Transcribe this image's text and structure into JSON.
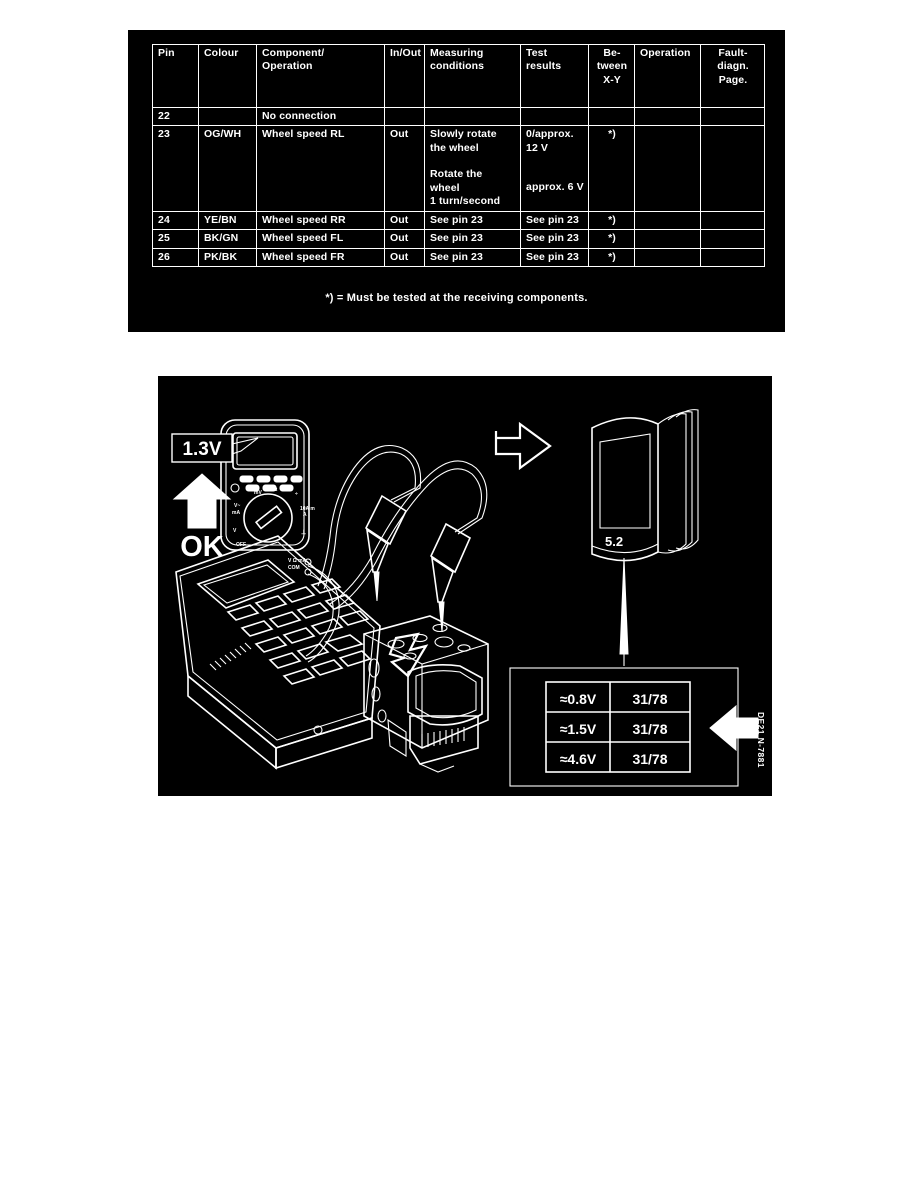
{
  "table": {
    "headers": [
      {
        "id": "pin",
        "lines": [
          "Pin"
        ]
      },
      {
        "id": "colour",
        "lines": [
          "Colour"
        ]
      },
      {
        "id": "component",
        "lines": [
          "Component/",
          "Operation"
        ]
      },
      {
        "id": "inout",
        "lines": [
          "In/Out"
        ]
      },
      {
        "id": "measuring",
        "lines": [
          "Measuring",
          "conditions"
        ]
      },
      {
        "id": "results",
        "lines": [
          "Test",
          "results"
        ]
      },
      {
        "id": "between",
        "lines": [
          "Be-",
          "tween",
          "X-Y"
        ]
      },
      {
        "id": "operation",
        "lines": [
          "Operation"
        ]
      },
      {
        "id": "fault",
        "lines": [
          "Fault-",
          "diagn.",
          "Page."
        ]
      }
    ],
    "rows": [
      {
        "pin": "22",
        "colour": "",
        "component": "No connection",
        "inout": "",
        "measuring": "",
        "results": "",
        "between": "",
        "operation": "",
        "fault": ""
      },
      {
        "pin": "23",
        "colour": "OG/WH",
        "component": "Wheel speed RL",
        "inout": "Out",
        "measuring": "Slowly rotate\nthe wheel\n\nRotate the\nwheel\n1 turn/second",
        "results": "0/approx.\n12 V\n\n\napprox. 6 V",
        "between": "*)",
        "operation": "",
        "fault": ""
      },
      {
        "pin": "24",
        "colour": "YE/BN",
        "component": "Wheel speed RR",
        "inout": "Out",
        "measuring": "See pin 23",
        "results": "See pin 23",
        "between": "*)",
        "operation": "",
        "fault": ""
      },
      {
        "pin": "25",
        "colour": "BK/GN",
        "component": "Wheel speed FL",
        "inout": "Out",
        "measuring": "See pin 23",
        "results": "See pin 23",
        "between": "*)",
        "operation": "",
        "fault": ""
      },
      {
        "pin": "26",
        "colour": "PK/BK",
        "component": "Wheel speed FR",
        "inout": "Out",
        "measuring": "See pin 23",
        "results": "See pin 23",
        "between": "*)",
        "operation": "",
        "fault": ""
      }
    ],
    "footnote": "*) = Must be tested at the receiving components."
  },
  "diagram": {
    "multimeter_reading_label": "1.3V",
    "ok_label": "OK",
    "manual_label": "5.2",
    "plate_code": "DE21 N-7881",
    "result_table": {
      "rows": [
        {
          "voltage": "≈0.8V",
          "code": "31/78"
        },
        {
          "voltage": "≈1.5V",
          "code": "31/78"
        },
        {
          "voltage": "≈4.6V",
          "code": "31/78"
        }
      ]
    }
  },
  "colors": {
    "page_background": "#ffffff",
    "panel_background": "#000000",
    "ink": "#ffffff"
  }
}
